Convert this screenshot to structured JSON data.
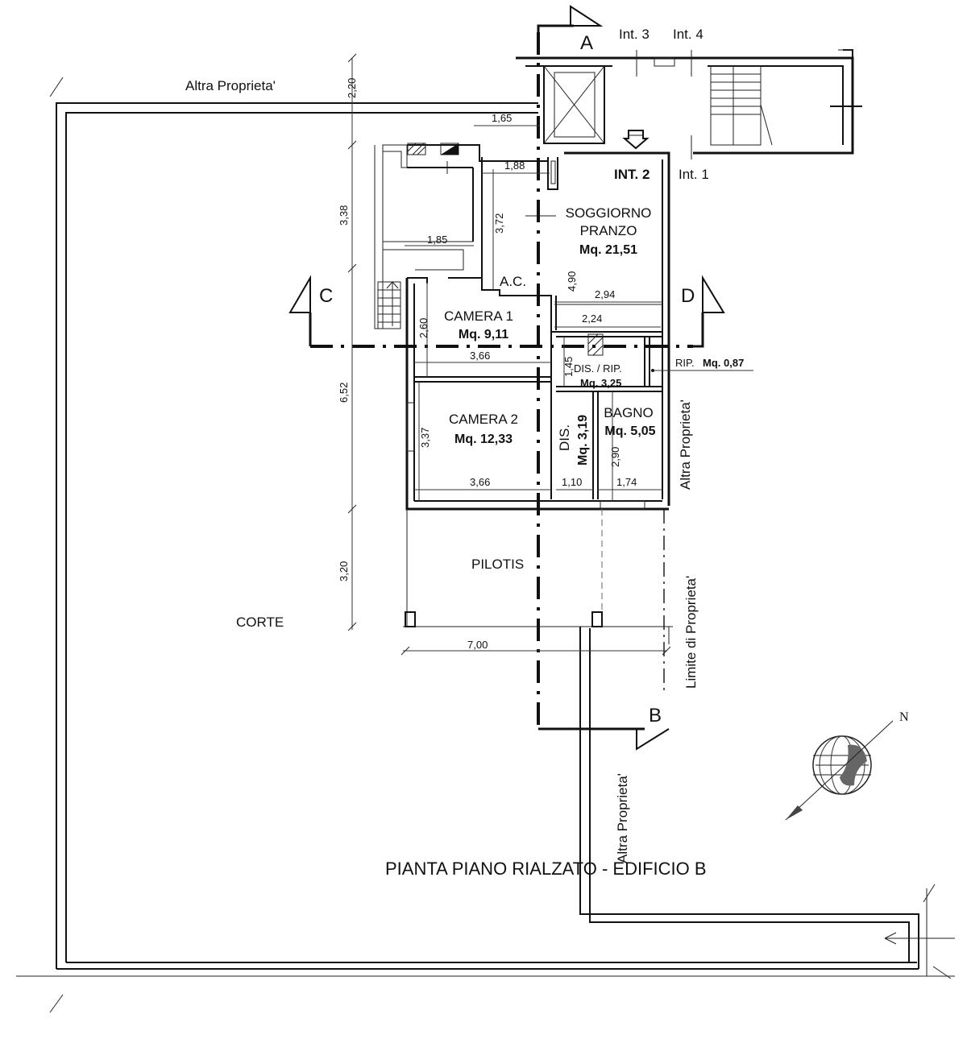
{
  "title": "PIANTA PIANO RIALZATO - EDIFICIO B",
  "units": {
    "int3": "Int. 3",
    "int4": "Int. 4",
    "int2": "INT. 2",
    "int1": "Int. 1"
  },
  "sections": {
    "a": "A",
    "b": "B",
    "c": "C",
    "d": "D"
  },
  "rooms": {
    "soggiorno_name_1": "SOGGIORNO",
    "soggiorno_name_2": "PRANZO",
    "soggiorno_area": "Mq. 21,51",
    "camera1_name": "CAMERA 1",
    "camera1_area": "Mq. 9,11",
    "camera2_name": "CAMERA 2",
    "camera2_area": "Mq. 12,33",
    "dis_rip_name": "DIS. / RIP.",
    "dis_rip_area": "Mq. 3,25",
    "dis_name": "DIS.",
    "dis_area": "Mq. 3,19",
    "bagno_name": "BAGNO",
    "bagno_area": "Mq. 5,05",
    "rip_name": "RIP.",
    "rip_area": "Mq. 0,87",
    "ac": "A.C."
  },
  "labels": {
    "altra_top": "Altra Proprieta'",
    "altra_right": "Altra Proprieta'",
    "altra_bottom": "Altra Proprieta'",
    "limite": "Limite di Proprieta'",
    "pilotis": "PILOTIS",
    "corte": "CORTE",
    "north": "N"
  },
  "dimensions": {
    "d_220": "2,20",
    "d_338": "3,38",
    "d_652": "6,52",
    "d_320": "3,20",
    "d_165": "1,65",
    "d_188": "1,88",
    "d_372": "3,72",
    "d_185": "1,85",
    "d_490": "4,90",
    "d_294": "2,94",
    "d_224": "2,24",
    "d_260": "2,60",
    "d_366a": "3,66",
    "d_145": "1,45",
    "d_337": "3,37",
    "d_366b": "3,66",
    "d_110": "1,10",
    "d_174": "1,74",
    "d_290": "2,90",
    "d_700": "7,00"
  }
}
